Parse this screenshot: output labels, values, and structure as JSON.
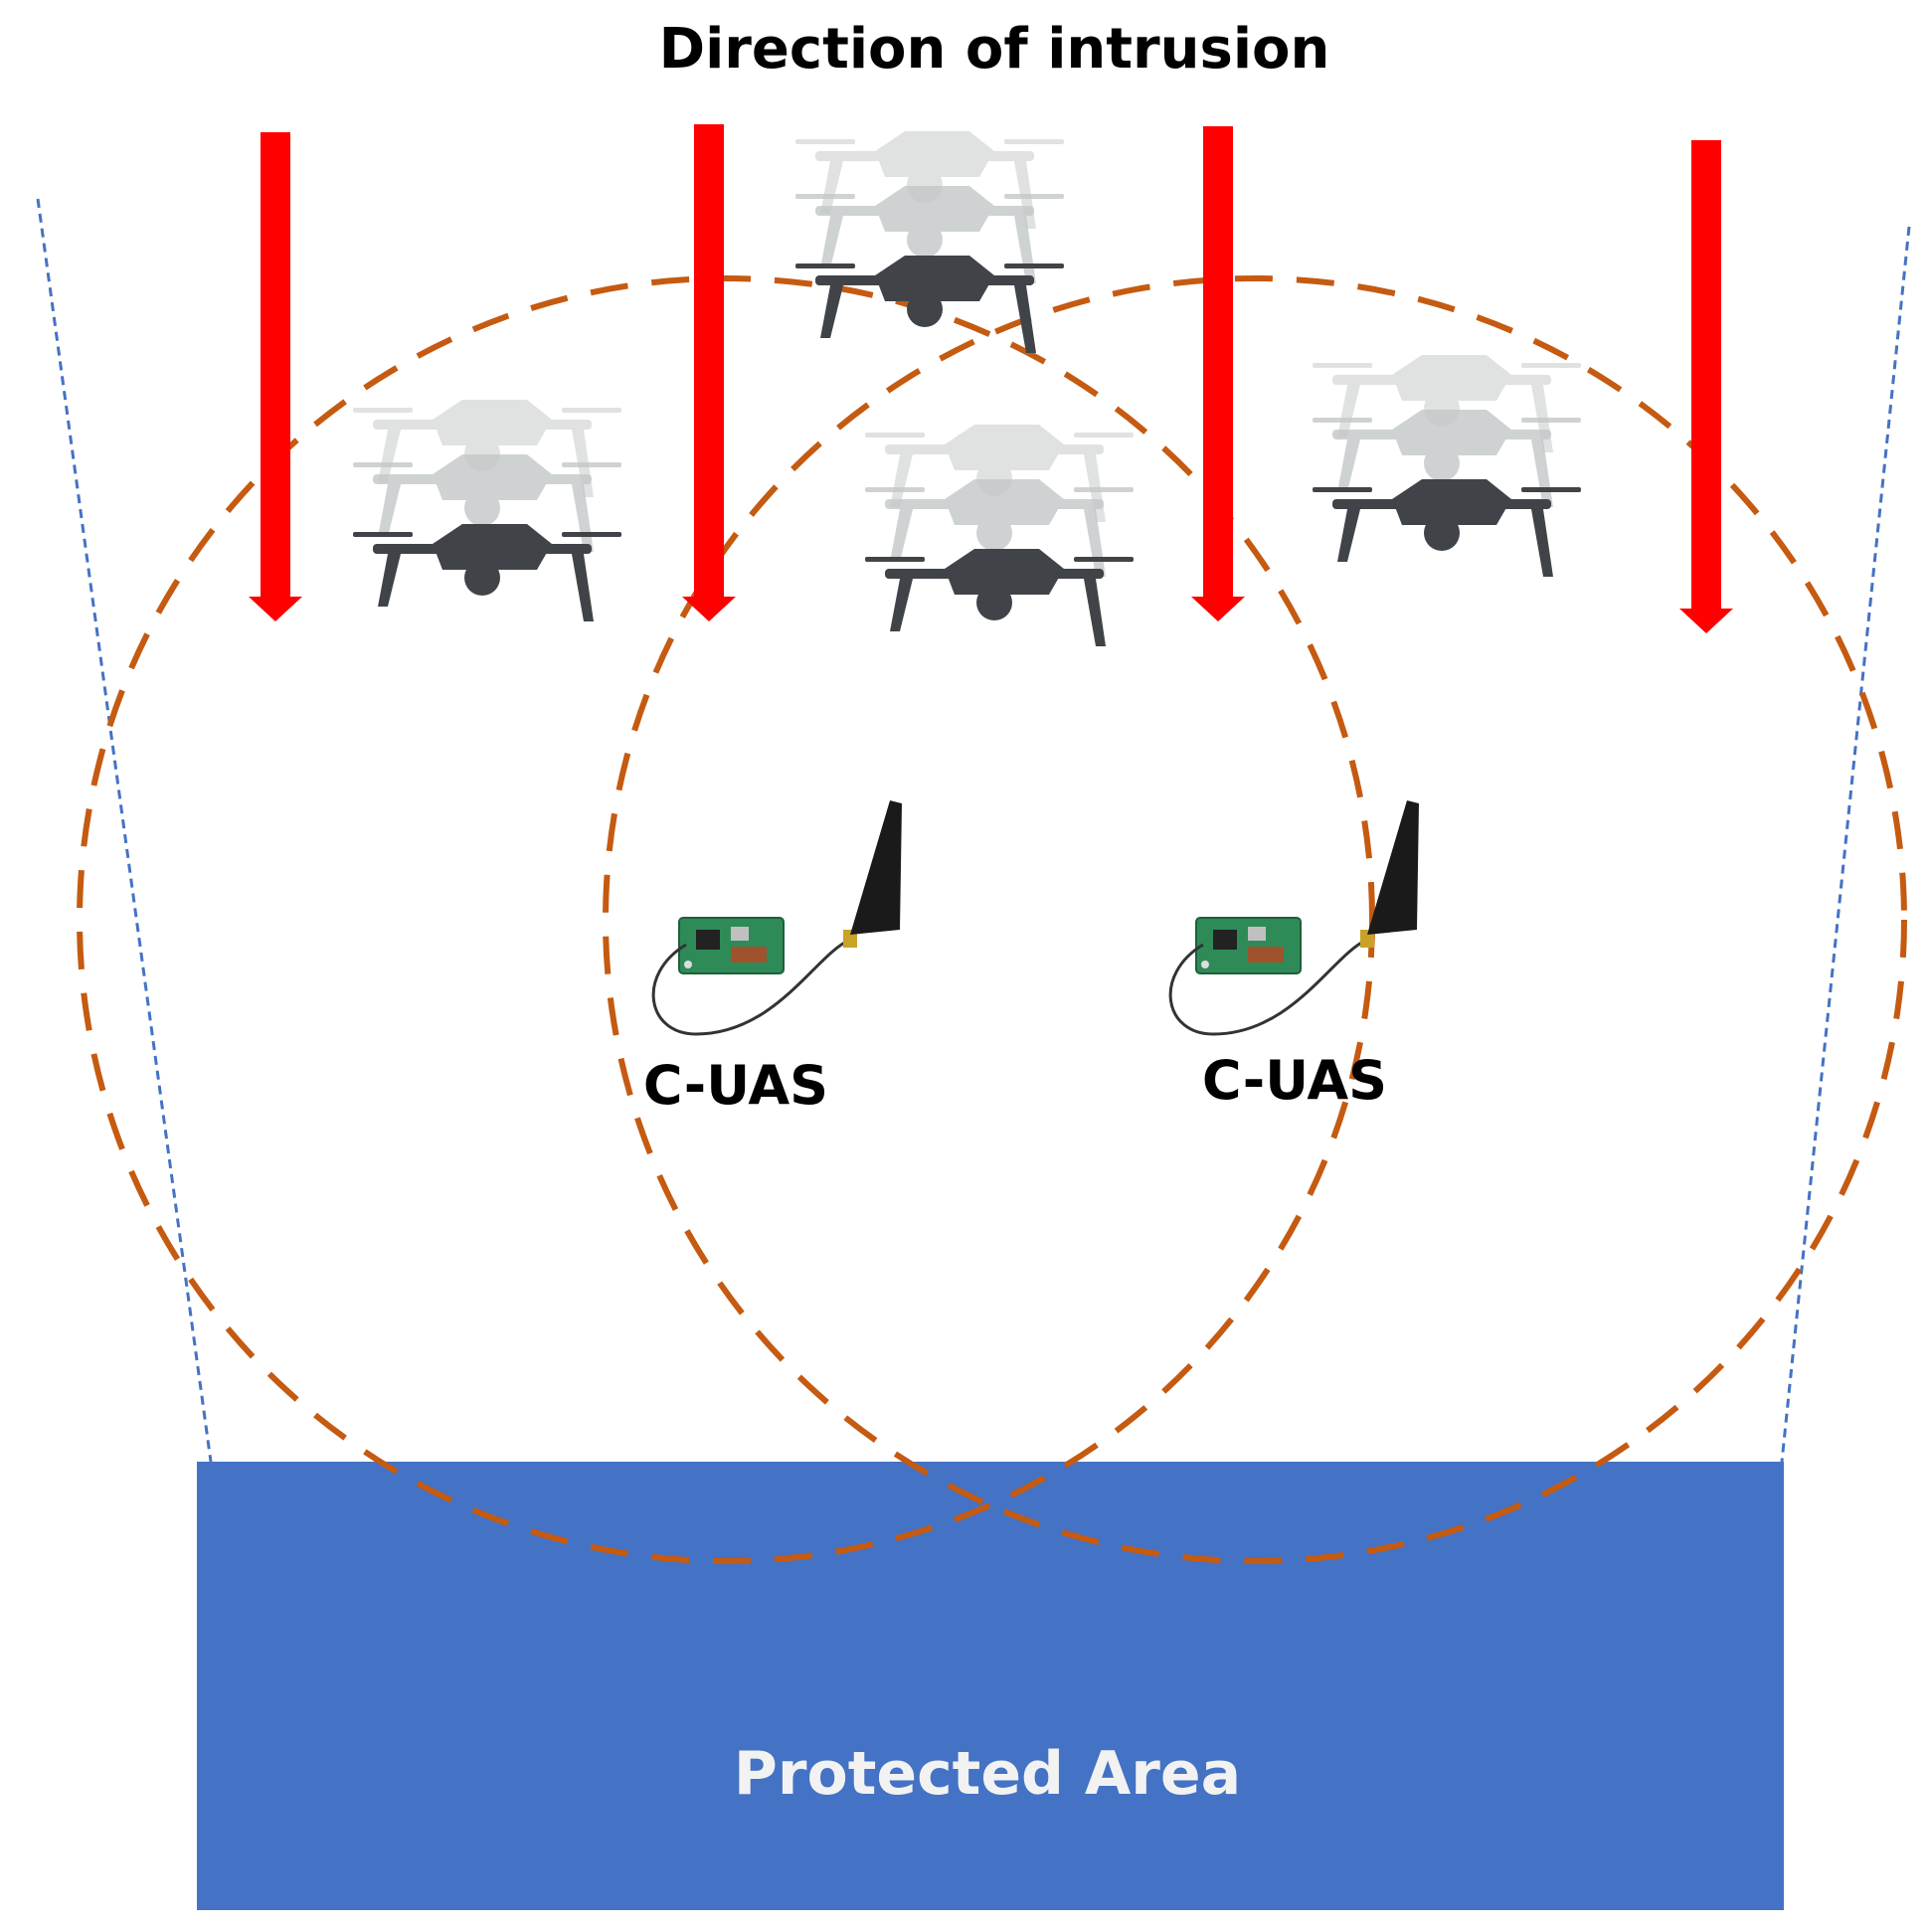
{
  "title": "Direction of intrusion",
  "protected_area": {
    "label": "Protected Area",
    "color": "#4472c4",
    "text_color": "#f2f2f2"
  },
  "sensors": [
    {
      "id": "left",
      "label": "C-UAS"
    },
    {
      "id": "right",
      "label": "C-UAS"
    }
  ],
  "colors": {
    "arrow": "#ff0000",
    "coverage": "#c55a11",
    "boundary": "#4472c4",
    "board": "#2e8b57",
    "drone_body": "#404448",
    "drone_ghost": "#b8bcbf"
  },
  "arrow_count": 4,
  "drone_count": 4,
  "icons": [
    "down-arrow-icon",
    "drone-icon",
    "circuit-board-icon",
    "antenna-icon"
  ]
}
